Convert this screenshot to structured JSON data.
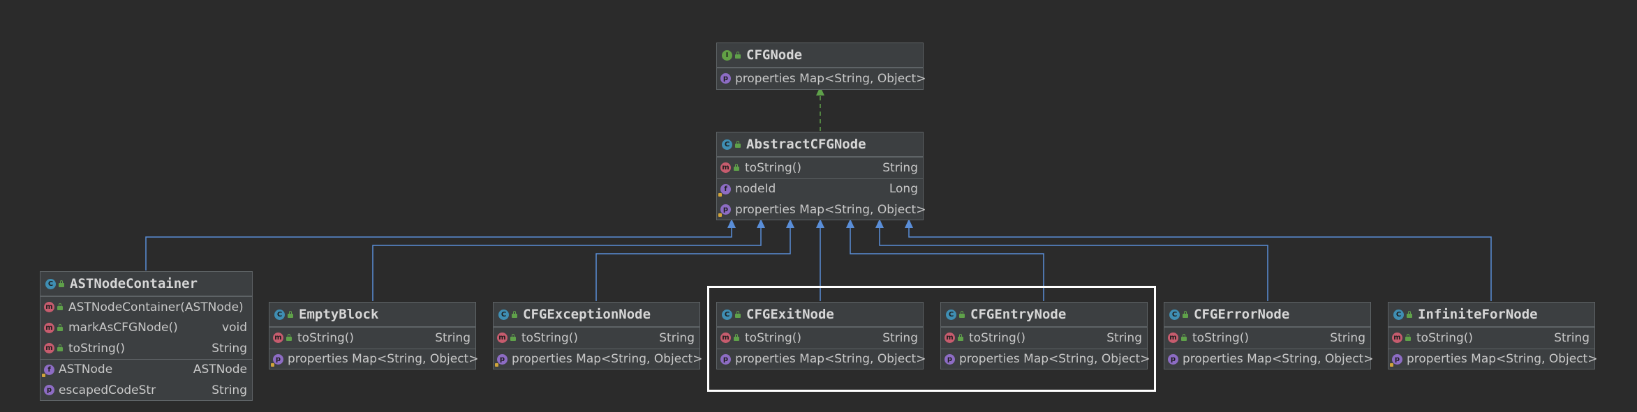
{
  "classes": {
    "cfgnode": {
      "name": "CFGNode",
      "kind_icon": "interface-icon",
      "members": [
        {
          "icon": "property-icon",
          "name": "properties",
          "type": "Map<String, Object>"
        }
      ]
    },
    "abstractcfgnode": {
      "name": "AbstractCFGNode",
      "kind_icon": "abstract-class-icon",
      "methods": [
        {
          "icon": "method-icon",
          "name": "toString()",
          "type": "String"
        }
      ],
      "fields": [
        {
          "icon": "field-icon",
          "name": "nodeId",
          "type": "Long"
        },
        {
          "icon": "property-icon",
          "name": "properties",
          "type": "Map<String, Object>"
        }
      ]
    },
    "astnodecontainer": {
      "name": "ASTNodeContainer",
      "kind_icon": "class-icon",
      "methods": [
        {
          "icon": "method-icon",
          "name": "ASTNodeContainer(ASTNode)",
          "type": ""
        },
        {
          "icon": "method-icon",
          "name": "markAsCFGNode()",
          "type": "void"
        },
        {
          "icon": "method-icon",
          "name": "toString()",
          "type": "String"
        }
      ],
      "fields": [
        {
          "icon": "field-icon",
          "name": "ASTNode",
          "type": "ASTNode"
        },
        {
          "icon": "property-icon",
          "name": "escapedCodeStr",
          "type": "String"
        }
      ]
    },
    "emptyblock": {
      "name": "EmptyBlock",
      "kind_icon": "class-icon",
      "methods": [
        {
          "icon": "method-icon",
          "name": "toString()",
          "type": "String"
        }
      ],
      "fields": [
        {
          "icon": "property-icon",
          "name": "properties",
          "type": "Map<String, Object>"
        }
      ]
    },
    "cfgexceptionnode": {
      "name": "CFGExceptionNode",
      "kind_icon": "class-icon",
      "methods": [
        {
          "icon": "method-icon",
          "name": "toString()",
          "type": "String"
        }
      ],
      "fields": [
        {
          "icon": "property-icon",
          "name": "properties",
          "type": "Map<String, Object>"
        }
      ]
    },
    "cfgexitnode": {
      "name": "CFGExitNode",
      "kind_icon": "class-icon",
      "methods": [
        {
          "icon": "method-icon",
          "name": "toString()",
          "type": "String"
        }
      ],
      "fields": [
        {
          "icon": "property-icon",
          "name": "properties",
          "type": "Map<String, Object>"
        }
      ]
    },
    "cfgentrynode": {
      "name": "CFGEntryNode",
      "kind_icon": "class-icon",
      "methods": [
        {
          "icon": "method-icon",
          "name": "toString()",
          "type": "String"
        }
      ],
      "fields": [
        {
          "icon": "property-icon",
          "name": "properties",
          "type": "Map<String, Object>"
        }
      ]
    },
    "cfgerrornode": {
      "name": "CFGErrorNode",
      "kind_icon": "class-icon",
      "methods": [
        {
          "icon": "method-icon",
          "name": "toString()",
          "type": "String"
        }
      ],
      "fields": [
        {
          "icon": "property-icon",
          "name": "properties",
          "type": "Map<String, Object>"
        }
      ]
    },
    "infinitefornode": {
      "name": "InfiniteForNode",
      "kind_icon": "class-icon",
      "methods": [
        {
          "icon": "method-icon",
          "name": "toString()",
          "type": "String"
        }
      ],
      "fields": [
        {
          "icon": "property-icon",
          "name": "properties",
          "type": "Map<String, Object>"
        }
      ]
    }
  },
  "colors": {
    "background": "#2b2b2b",
    "box_fill": "#3c3f41",
    "box_border": "#5e6366",
    "inheritance_line": "#5a8ed8",
    "implementation_line": "#5fa14a",
    "highlight": "#ffffff"
  }
}
